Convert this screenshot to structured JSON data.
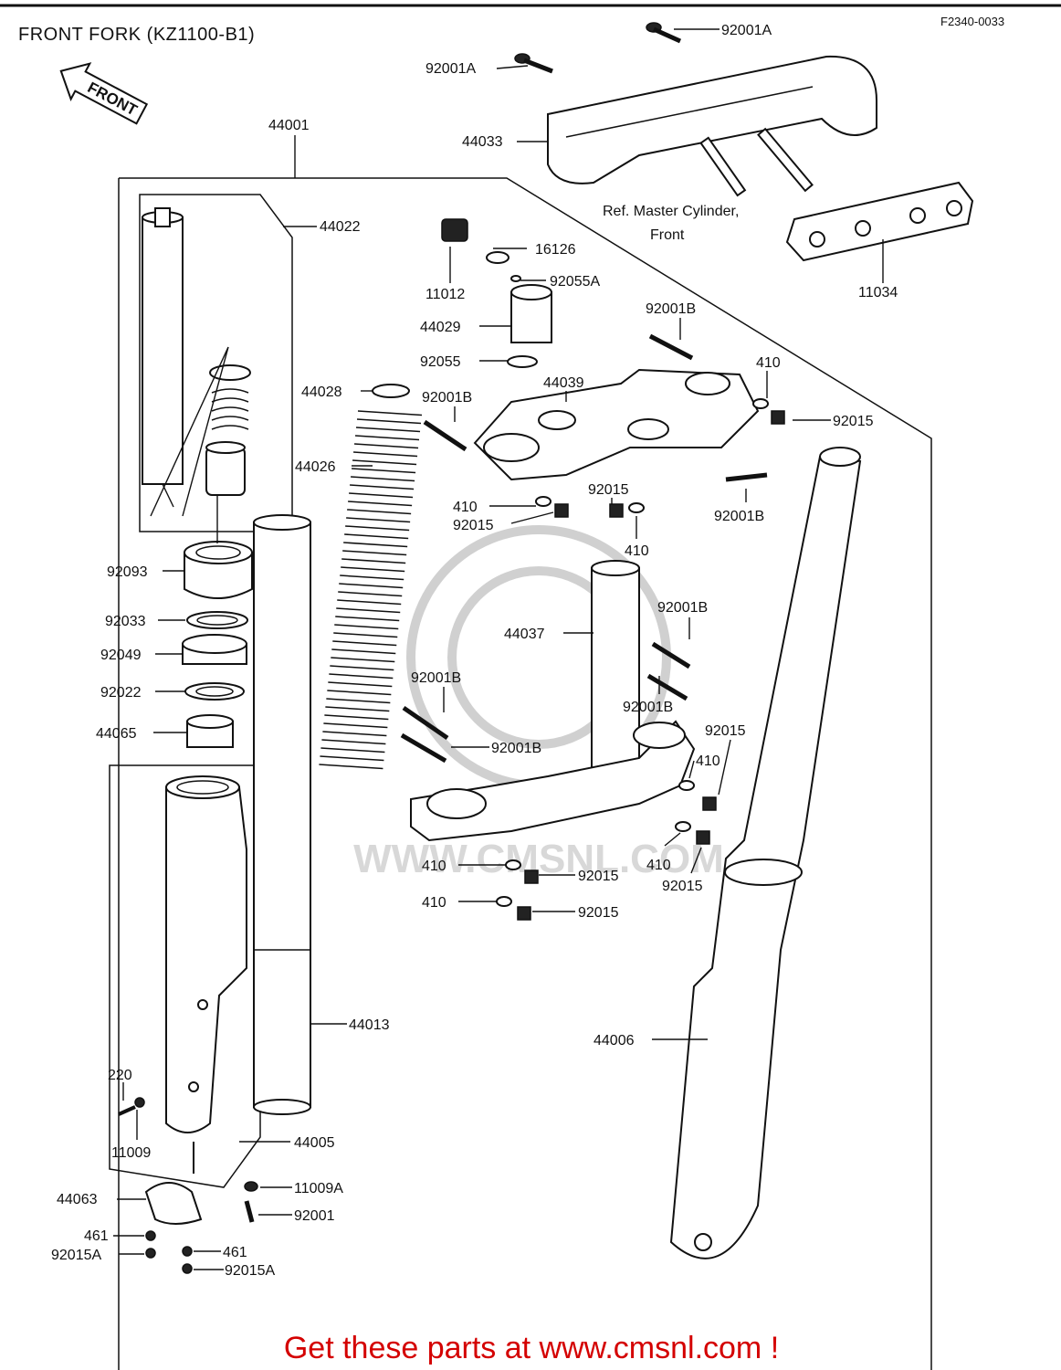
{
  "title": "FRONT FORK (KZ1100-B1)",
  "code": "F2340-0033",
  "front_badge": "FRONT",
  "reference_note": [
    "Ref.  Master Cylinder,",
    "Front"
  ],
  "footer": "Get these parts at www.cmsnl.com !",
  "watermark": "WWW.CMSNL.COM",
  "colors": {
    "footer": "#d40000",
    "lines": "#111111",
    "watermark": "#d0d0d0"
  },
  "callouts": [
    {
      "label": "92001A"
    },
    {
      "label": "92001A"
    },
    {
      "label": "44033"
    },
    {
      "label": "11034"
    },
    {
      "label": "44001"
    },
    {
      "label": "44022"
    },
    {
      "label": "16126"
    },
    {
      "label": "11012"
    },
    {
      "label": "92055A"
    },
    {
      "label": "44029"
    },
    {
      "label": "92001B"
    },
    {
      "label": "92055"
    },
    {
      "label": "410"
    },
    {
      "label": "44039"
    },
    {
      "label": "44028"
    },
    {
      "label": "92001B"
    },
    {
      "label": "92015"
    },
    {
      "label": "44026"
    },
    {
      "label": "92015"
    },
    {
      "label": "92001B"
    },
    {
      "label": "410"
    },
    {
      "label": "92015"
    },
    {
      "label": "410"
    },
    {
      "label": "92093"
    },
    {
      "label": "92001B"
    },
    {
      "label": "92033"
    },
    {
      "label": "44037"
    },
    {
      "label": "92049"
    },
    {
      "label": "92001B"
    },
    {
      "label": "92022"
    },
    {
      "label": "92001B"
    },
    {
      "label": "44065"
    },
    {
      "label": "92001B"
    },
    {
      "label": "92015"
    },
    {
      "label": "410"
    },
    {
      "label": "410"
    },
    {
      "label": "92015"
    },
    {
      "label": "410"
    },
    {
      "label": "92015"
    },
    {
      "label": "410"
    },
    {
      "label": "92015"
    },
    {
      "label": "44013"
    },
    {
      "label": "44006"
    },
    {
      "label": "220"
    },
    {
      "label": "11009"
    },
    {
      "label": "44005"
    },
    {
      "label": "11009A"
    },
    {
      "label": "44063"
    },
    {
      "label": "92001"
    },
    {
      "label": "461"
    },
    {
      "label": "461"
    },
    {
      "label": "92015A"
    },
    {
      "label": "92015A"
    }
  ]
}
